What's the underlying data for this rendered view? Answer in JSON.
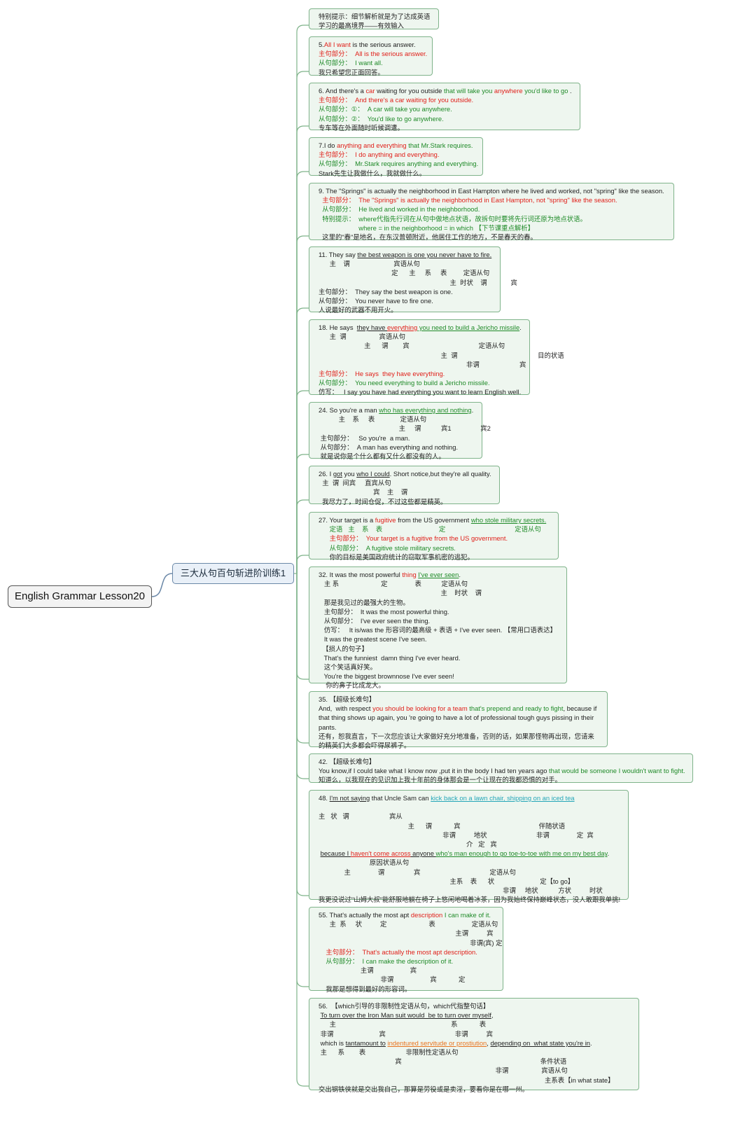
{
  "root_label": "English Grammar Lesson20",
  "hub_label": "三大从句百句斩进阶训练1",
  "colors": {
    "connector": "#7fb38a",
    "node_border": "#7fb38a",
    "node_fill": "#eef6ef",
    "red": "#e0201a",
    "green": "#1f8a28",
    "cyan": "#25a6b8",
    "orange": "#e8731e"
  },
  "nodes": [
    {
      "lines": [
        [
          {
            "t": "特别提示：细节解析就是为了达成英语"
          }
        ],
        [
          {
            "t": "学习的最高境界——有效输入"
          }
        ]
      ]
    },
    {
      "lines": [
        [
          {
            "t": "5."
          },
          {
            "t": "All I want",
            "s": "r"
          },
          {
            "t": " is the serious answer."
          }
        ],
        [
          {
            "t": "主句部分：  All is the serious answer.",
            "s": "r"
          }
        ],
        [
          {
            "t": "从句部分：  I want all.",
            "s": "g"
          }
        ],
        [
          {
            "t": "我只希望您正面回答。"
          }
        ]
      ]
    },
    {
      "lines": [
        [
          {
            "t": "6. And there's a "
          },
          {
            "t": "car",
            "s": "r"
          },
          {
            "t": " waiting for you outside "
          },
          {
            "t": "that will take you",
            "s": "g"
          },
          {
            "t": " "
          },
          {
            "t": "anywhere",
            "s": "r"
          },
          {
            "t": " "
          },
          {
            "t": "you'd like to go",
            "s": "g"
          },
          {
            "t": " ."
          }
        ],
        [
          {
            "t": "主句部分：  And there's a car waiting for you outside.",
            "s": "r"
          }
        ],
        [
          {
            "t": "从句部分：①：  A car will take you anywhere.",
            "s": "g"
          }
        ],
        [
          {
            "t": "从句部分：②：  You'd like to go anywhere.",
            "s": "g"
          }
        ],
        [
          {
            "t": "专车等在外面随时听候调遣。"
          }
        ]
      ]
    },
    {
      "lines": [
        [
          {
            "t": "7.I do "
          },
          {
            "t": "anything and everything",
            "s": "r"
          },
          {
            "t": " "
          },
          {
            "t": "that Mr.Stark requires.",
            "s": "g"
          }
        ],
        [
          {
            "t": "主句部分：  I do anything and everything.",
            "s": "r"
          }
        ],
        [
          {
            "t": "从句部分：  Mr.Stark requires anything and everything.",
            "s": "g"
          }
        ],
        [
          {
            "t": "Stark先生让我做什么，我就做什么。"
          }
        ]
      ]
    },
    {
      "lines": [
        [
          {
            "t": "9. The \"Springs\" is actually the neighborhood in East Hampton where he lived and worked, not \"spring\" like the season."
          }
        ],
        [
          {
            "t": "  主句部分：  The \"Springs\" is actually the neighborhood in East Hampton, not \"spring\" like the season.",
            "s": "r"
          }
        ],
        [
          {
            "t": "  从句部分：  He lived and worked in the neighborhood.",
            "s": "g"
          }
        ],
        [
          {
            "t": "  特别提示：  where代指先行词在从句中做地点状语，故拆句时要将先行词还原为地点状语。",
            "s": "g"
          }
        ],
        [
          {
            "t": "                      where = in the neighborhood = in which 【下节课重点解析】",
            "s": "g"
          }
        ],
        [
          {
            "t": "  这里的\"春\"是地名，在东汉普顿附近，他居住工作的地方，不是春天的春。"
          }
        ]
      ]
    },
    {
      "lines": [
        [
          {
            "t": "11. They say "
          },
          {
            "t": "the best weapon is one you never have to fire.",
            "s": "u"
          }
        ],
        [
          {
            "t": "      主    谓                        宾语从句"
          }
        ],
        [
          {
            "t": "                                        定      主     系     表         定语从句"
          }
        ],
        [
          {
            "t": "                                                                        主  时状    谓             宾"
          }
        ],
        [
          {
            "t": "主句部分：  They say the best weapon is one."
          }
        ],
        [
          {
            "t": "从句部分：  You never have to fire one."
          }
        ],
        [
          {
            "t": "人说最好的武器不用开火。"
          }
        ]
      ]
    },
    {
      "lines": [
        [
          {
            "t": "18. He says  "
          },
          {
            "t": "they have ",
            "s": "u"
          },
          {
            "t": "everything",
            "s": "r u"
          },
          {
            "t": " you need to build a Jericho missile",
            "s": "g u"
          },
          {
            "t": "."
          }
        ],
        [
          {
            "t": "      主  谓                  宾语从句"
          }
        ],
        [
          {
            "t": "                         主      谓        宾                                      定语从句"
          }
        ],
        [
          {
            "t": "                                                                   主  谓                                            目的状语"
          }
        ],
        [
          {
            "t": "                                                                                 非谓                      宾"
          }
        ],
        [
          {
            "t": "主句部分：  He says  they have everything.",
            "s": "r"
          }
        ],
        [
          {
            "t": "从句部分：  You need everything to build a Jericho missile.",
            "s": "g"
          }
        ],
        [
          {
            "t": "仿写：   I say you have had everything you want to learn English well."
          }
        ]
      ]
    },
    {
      "lines": [
        [
          {
            "t": "24. So you're a man "
          },
          {
            "t": "who has everything and nothing",
            "s": "g u"
          },
          {
            "t": "."
          }
        ],
        [
          {
            "t": "           主    系     表              定语从句"
          }
        ],
        [
          {
            "t": "                                            主     谓           宾1                宾2"
          }
        ],
        [
          {
            "t": " 主句部分：   So you're  a man."
          }
        ],
        [
          {
            "t": " 从句部分：  A man has everything and nothing."
          }
        ],
        [
          {
            "t": " 就是说你是个什么都有又什么都没有的人。"
          }
        ]
      ]
    },
    {
      "lines": [
        [
          {
            "t": "26. I "
          },
          {
            "t": "got",
            "s": "u"
          },
          {
            "t": " you "
          },
          {
            "t": "who I could",
            "s": "u"
          },
          {
            "t": ". Short notice,but they're all quality."
          }
        ],
        [
          {
            "t": "  主  谓  间宾     直宾从句"
          }
        ],
        [
          {
            "t": "                              宾    主    谓"
          }
        ],
        [
          {
            "t": "  我尽力了，时间仓促，不过这些都是精英。"
          }
        ]
      ]
    },
    {
      "lines": [
        [
          {
            "t": "27. Your target is a "
          },
          {
            "t": "fugitive",
            "s": "r"
          },
          {
            "t": " from the US government "
          },
          {
            "t": "who stole military secrets.",
            "s": "g u"
          }
        ],
        [
          {
            "t": "      定语   主    系    表                               定                                      定语从句",
            "s": "g"
          }
        ],
        [
          {
            "t": "      主句部分：  Your target is a fugitive from the US government.",
            "s": "r"
          }
        ],
        [
          {
            "t": "      从句部分：  A fugitive stole military secrets.",
            "s": "g"
          }
        ],
        [
          {
            "t": "      你的目标是美国政府统计的窃取军事机密的逃犯。"
          }
        ]
      ]
    },
    {
      "lines": [
        [
          {
            "t": "32. It was the most powerful "
          },
          {
            "t": "thing",
            "s": "r"
          },
          {
            "t": " "
          },
          {
            "t": "I've ever seen",
            "s": "g u"
          },
          {
            "t": "."
          }
        ],
        [
          {
            "t": "   主 系                       定               表           定语从句"
          }
        ],
        [
          {
            "t": "                                                                   主    时状    谓"
          }
        ],
        [
          {
            "t": "   那是我见过的最强大的生物。"
          }
        ],
        [
          {
            "t": "   主句部分：  It was the most powerful thing."
          }
        ],
        [
          {
            "t": "   从句部分：  I've ever seen the thing."
          }
        ],
        [
          {
            "t": "   仿写：   It is/was the 形容词的最高级 + 表语 + I've ever seen. 【常用口语表达】"
          }
        ],
        [
          {
            "t": "   It was the greatest scene I've seen."
          }
        ],
        [
          {
            "t": "  【损人的句子】"
          }
        ],
        [
          {
            "t": "   That's the funniest  damn thing I've ever heard."
          }
        ],
        [
          {
            "t": "   这个笑话真好笑。"
          }
        ],
        [
          {
            "t": "   You're the biggest brownnose I've ever seen!"
          }
        ],
        [
          {
            "t": "    你的鼻子比成龙大。"
          }
        ]
      ]
    },
    {
      "lines": [
        [
          {
            "t": "35. 【超级长难句】"
          }
        ],
        [
          {
            "t": "And,  with respect "
          },
          {
            "t": "you should be looking for a team",
            "s": "r"
          },
          {
            "t": " "
          },
          {
            "t": "that's prepend and ready to fight",
            "s": "g"
          },
          {
            "t": ", because if"
          }
        ],
        [
          {
            "t": "that thing shows up again, you 're going to have a lot of professional tough guys pissing in their"
          }
        ],
        [
          {
            "t": "pants."
          }
        ],
        [
          {
            "t": "还有，恕我直言，下一次您应该让大家做好充分地准备，否则的话，如果那怪物再出现，您请来"
          }
        ],
        [
          {
            "t": "的精英们大多都会吓得尿裤子。"
          }
        ]
      ]
    },
    {
      "lines": [
        [
          {
            "t": "42. 【超级长难句】"
          }
        ],
        [
          {
            "t": "You know,if I could take what I know now ,put it in the body I had ten years ago "
          },
          {
            "t": "that would be someone I wouldn't want to fight.",
            "s": "g"
          }
        ],
        [
          {
            "t": "知道么，以我现在的见识加上我十年前的身体那会是一个让现在的我都恐惧的对手。"
          }
        ]
      ]
    },
    {
      "lines": [
        [
          {
            "t": "48. "
          },
          {
            "t": "I'm not saying",
            "s": "u"
          },
          {
            "t": " that Uncle Sam can "
          },
          {
            "t": "kick back on a lawn chair, shipping on an iced tea",
            "s": "c u"
          }
        ],
        [
          {
            "t": " "
          }
        ],
        [
          {
            "t": "主   状   谓                      宾从"
          }
        ],
        [
          {
            "t": "                                                 主      谓            宾                                           伴随状语"
          }
        ],
        [
          {
            "t": "                                                                    非谓          地状                           非谓               定  宾"
          }
        ],
        [
          {
            "t": "                                                                                 介   定   宾"
          }
        ],
        [
          {
            "t": " "
          },
          {
            "t": "because I ",
            "s": "u"
          },
          {
            "t": "haven't come across",
            "s": "r u"
          },
          {
            "t": " anyone ",
            "s": "u"
          },
          {
            "t": "who's man enough to go toe-to-toe with me on my best day",
            "s": "g u"
          },
          {
            "t": "."
          }
        ],
        [
          {
            "t": "                            原因状语从句"
          }
        ],
        [
          {
            "t": "              主               谓                宾                                      定语从句"
          }
        ],
        [
          {
            "t": "                                                                        主系    表      状                         定【to go】"
          }
        ],
        [
          {
            "t": "                                                                                                     非谓     地状           方状          时状"
          }
        ],
        [
          {
            "t": "我更没说过\"山姆大叔\"能舒服地躺在椅子上悠闲地喝着冰茶，因为我始终保持巅峰状态，没人敢跟我单挑!"
          }
        ]
      ]
    },
    {
      "lines": [
        [
          {
            "t": "55. That's actually the most apt "
          },
          {
            "t": "description",
            "s": "r"
          },
          {
            "t": " "
          },
          {
            "t": "I can make of it.",
            "s": "g"
          }
        ],
        [
          {
            "t": "      主  系     状          定                       表                    定语从句"
          }
        ],
        [
          {
            "t": "                                                                           主谓          宾"
          }
        ],
        [
          {
            "t": "                                                                                   非谓(宾) 定"
          }
        ],
        [
          {
            "t": "    主句部分：  That's actually the most apt description.",
            "s": "r"
          }
        ],
        [
          {
            "t": "    从句部分：  I can make the description of it.",
            "s": "g"
          }
        ],
        [
          {
            "t": "                       主谓                    宾"
          }
        ],
        [
          {
            "t": "                                  非谓                    宾            定"
          }
        ],
        [
          {
            "t": "    我那是想得到最好的形容词。"
          }
        ]
      ]
    },
    {
      "lines": [
        [
          {
            "t": "56.  【which引导的非限制性定语从句，which代指整句话】"
          }
        ],
        [
          {
            "t": " "
          },
          {
            "t": "To turn over the Iron Man suit would  be to turn over myself",
            "s": "u"
          },
          {
            "t": ","
          }
        ],
        [
          {
            "t": "      主                                                               系            表"
          }
        ],
        [
          {
            "t": " 非谓                         宾                                      非谓          宾"
          }
        ],
        [
          {
            "t": " which is "
          },
          {
            "t": "tantamount to",
            "s": "u"
          },
          {
            "t": " "
          },
          {
            "t": "indentured servitude or prostiution",
            "s": "o u"
          },
          {
            "t": ", "
          },
          {
            "t": "depending on  what state you're in",
            "s": "u"
          },
          {
            "t": "."
          }
        ],
        [
          {
            "t": " 主      系        表                      非限制性定语从句"
          }
        ],
        [
          {
            "t": "                                          宾                                                                            条件状语"
          }
        ],
        [
          {
            "t": "                                                                                                 非谓                  宾语从句"
          }
        ],
        [
          {
            "t": "                                                                                                                            主系表【in what state】"
          }
        ],
        [
          {
            "t": "交出钢铁侠就是交出我自己，那算是劳役或是卖淫，要看你是在哪一州。"
          }
        ]
      ]
    }
  ]
}
